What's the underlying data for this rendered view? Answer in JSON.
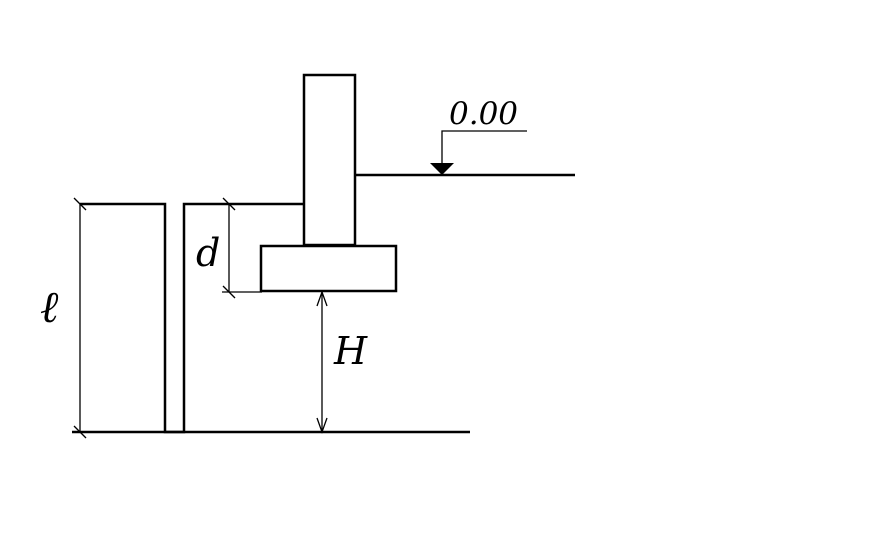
{
  "labels": {
    "level": "0.00",
    "depth": "d",
    "height": "H",
    "length": "ℓ"
  }
}
